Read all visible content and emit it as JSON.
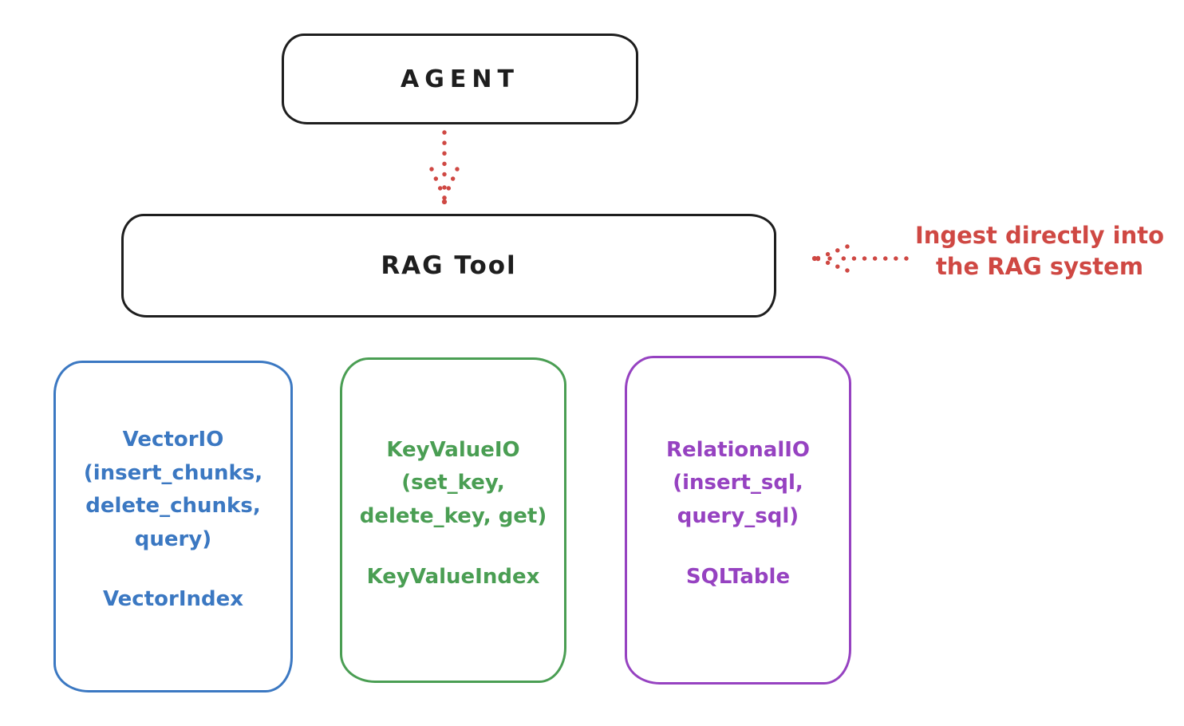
{
  "diagram": {
    "agent": {
      "label": "AGENT"
    },
    "rag_tool": {
      "label": "RAG Tool"
    },
    "annotation": {
      "line1": "Ingest directly into",
      "line2": "the RAG system"
    },
    "nodes": [
      {
        "id": "vector-io",
        "color": "#3b78c2",
        "lines": [
          "VectorIO",
          "(insert_chunks,",
          "delete_chunks,",
          "query)"
        ],
        "footer": "VectorIndex"
      },
      {
        "id": "key-value-io",
        "color": "#4a9e53",
        "lines": [
          "KeyValueIO",
          "(set_key,",
          "delete_key, get)"
        ],
        "footer": "KeyValueIndex"
      },
      {
        "id": "relational-io",
        "color": "#9642c1",
        "lines": [
          "RelationalIO",
          "(insert_sql,",
          "query_sql)"
        ],
        "footer": "SQLTable"
      }
    ],
    "colors": {
      "stroke": "#1e1e1e",
      "red": "#cf4843",
      "blue": "#3b78c2",
      "green": "#4a9e53",
      "purple": "#9642c1",
      "background": "#ffffff"
    }
  }
}
